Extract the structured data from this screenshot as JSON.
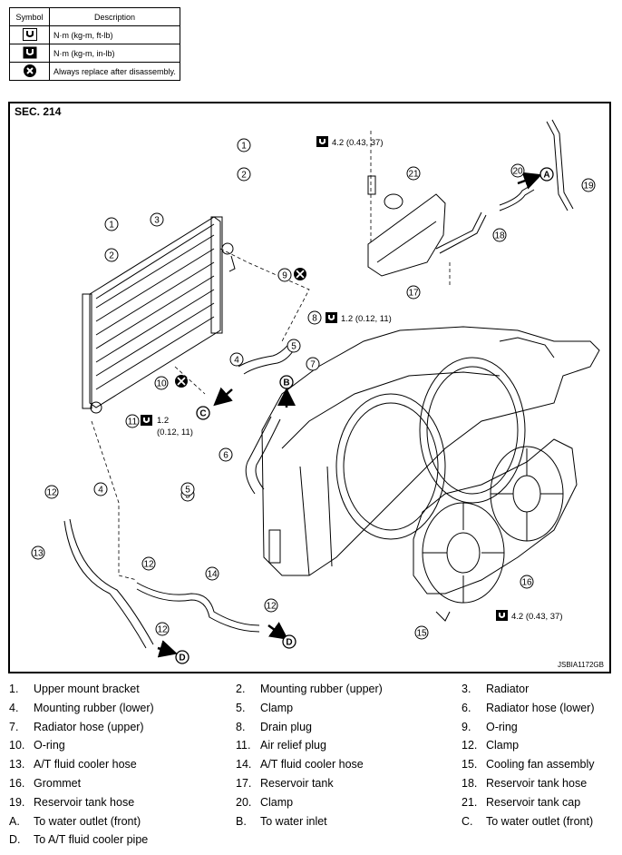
{
  "symbol_table": {
    "header_symbol": "Symbol",
    "header_description": "Description",
    "rows": [
      {
        "icon": "torque-wrench-ftlb-icon",
        "description": "N·m (kg-m, ft-lb)"
      },
      {
        "icon": "torque-wrench-inlb-icon",
        "description": "N·m (kg-m, in-lb)"
      },
      {
        "icon": "always-replace-icon",
        "description": "Always replace after disassembly."
      }
    ]
  },
  "diagram": {
    "section": "SEC. 214",
    "drawing_code": "JSBIA1172GB",
    "torque_1": "4.2 (0.43, 37)",
    "torque_2": "1.2 (0.12, 11)",
    "torque_3_line1": "1.2",
    "torque_3_line2": "(0.12, 11)",
    "torque_4": "4.2 (0.43, 37)",
    "callouts": [
      "1",
      "2",
      "3",
      "4",
      "5",
      "6",
      "7",
      "8",
      "9",
      "10",
      "11",
      "12",
      "13",
      "14",
      "15",
      "16",
      "17",
      "18",
      "19",
      "20",
      "21"
    ],
    "arrows": [
      "A",
      "B",
      "C",
      "D"
    ]
  },
  "legend": {
    "rows": [
      [
        {
          "num": "1.",
          "text": "Upper mount bracket"
        },
        {
          "num": "2.",
          "text": "Mounting rubber (upper)"
        },
        {
          "num": "3.",
          "text": "Radiator"
        }
      ],
      [
        {
          "num": "4.",
          "text": "Mounting rubber (lower)"
        },
        {
          "num": "5.",
          "text": "Clamp"
        },
        {
          "num": "6.",
          "text": "Radiator hose (lower)"
        }
      ],
      [
        {
          "num": "7.",
          "text": "Radiator hose (upper)"
        },
        {
          "num": "8.",
          "text": "Drain plug"
        },
        {
          "num": "9.",
          "text": "O-ring"
        }
      ],
      [
        {
          "num": "10.",
          "text": "O-ring"
        },
        {
          "num": "11.",
          "text": "Air relief plug"
        },
        {
          "num": "12.",
          "text": "Clamp"
        }
      ],
      [
        {
          "num": "13.",
          "text": "A/T fluid cooler hose"
        },
        {
          "num": "14.",
          "text": "A/T fluid cooler hose"
        },
        {
          "num": "15.",
          "text": "Cooling fan assembly"
        }
      ],
      [
        {
          "num": "16.",
          "text": "Grommet"
        },
        {
          "num": "17.",
          "text": "Reservoir tank"
        },
        {
          "num": "18.",
          "text": "Reservoir tank hose"
        }
      ],
      [
        {
          "num": "19.",
          "text": "Reservoir tank hose"
        },
        {
          "num": "20.",
          "text": "Clamp"
        },
        {
          "num": "21.",
          "text": "Reservoir tank cap"
        }
      ],
      [
        {
          "num": "A.",
          "text": "To water outlet (front)"
        },
        {
          "num": "B.",
          "text": "To water inlet"
        },
        {
          "num": "C.",
          "text": "To water outlet (front)"
        }
      ],
      [
        {
          "num": "D.",
          "text": "To A/T fluid cooler pipe"
        }
      ]
    ]
  }
}
